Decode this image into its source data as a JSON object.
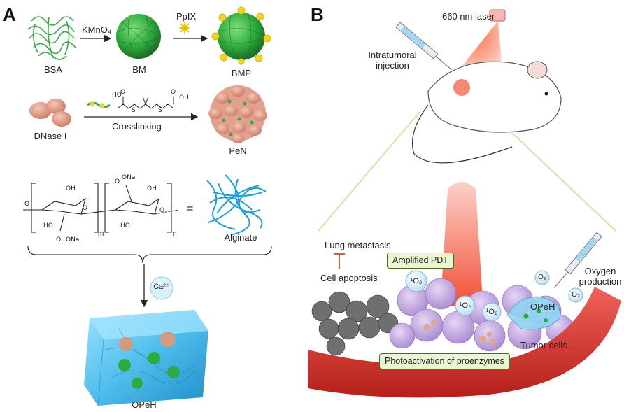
{
  "panels": {
    "a": "A",
    "b": "B"
  },
  "panel_a": {
    "bsa": "BSA",
    "bm": "BM",
    "bmp": "BMP",
    "kmno4": "KMnO₄",
    "ppix": "PpIX",
    "dnase": "DNase I",
    "crosslinking": "Crosslinking",
    "pen": "PeN",
    "alginate": "Alginate",
    "ca2": "Ca²⁺",
    "opeh": "OPeH",
    "chem_m": "m",
    "chem_n": "n",
    "chem_eq": "="
  },
  "panel_b": {
    "laser": "660 nm laser",
    "injection": "Intratumoral injection",
    "lung": "Lung metastasis",
    "apoptosis": "Cell apoptosis",
    "amplified_pdt": "Amplified PDT",
    "photoactivation": "Photoactivation of proenzymes",
    "tumor_cells": "Tumor cells",
    "oxygen": "Oxygen production",
    "opeh": "OPeH",
    "singlet_o2": "¹O₂",
    "o2": "O₂"
  },
  "colors": {
    "green_sphere": "#2faa3c",
    "dnase_pink": "#e8a28c",
    "alginate_blue": "#1e9fd6",
    "hydrogel_blue": "#59c6f2",
    "laser_red": "#f2452a",
    "vessel_red": "#d8342b",
    "tumor_purple": "#b79bd8",
    "label_bg": "#e9f6d2"
  }
}
